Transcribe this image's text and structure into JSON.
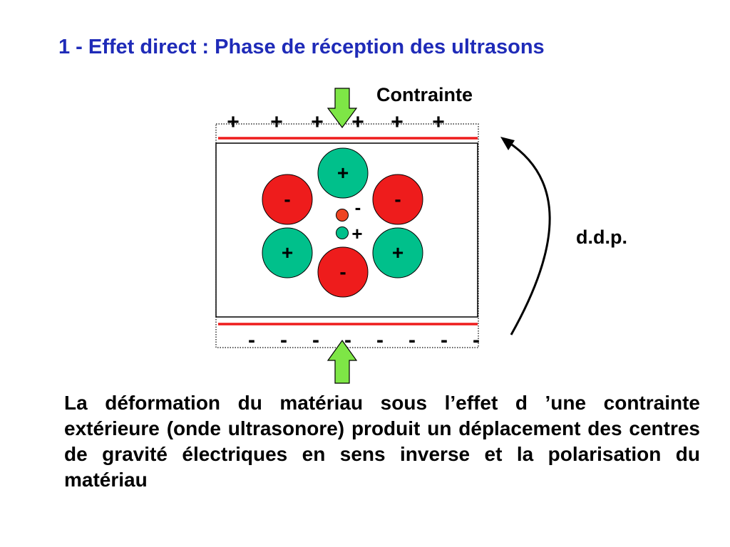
{
  "slide": {
    "title": "1 - Effet direct : Phase de réception des ultrasons",
    "caption": "La déformation du matériau sous l’effet d ’une contrainte extérieure (onde ultrasonore) produit un déplacement des centres de gravité électriques en sens inverse et la polarisation du matériau"
  },
  "diagram": {
    "stress_label": "Contrainte",
    "voltage_label": "d.d.p.",
    "top_surface_sign": "+",
    "bottom_surface_sign": "-",
    "positive_sign": "+",
    "negative_sign": "-",
    "top_charges": [
      "+",
      "+",
      "+",
      "+",
      "+",
      "+"
    ],
    "bottom_charges": [
      "-",
      "-",
      "-",
      "-",
      "-",
      "-",
      "-",
      "-"
    ],
    "positive_ion_color": "#00c08b",
    "negative_ion_color": "#ee1c1c",
    "electrode_color": "#ee1c1c",
    "arrow_color": "#7ee646",
    "title_color": "#1f2bb8"
  }
}
